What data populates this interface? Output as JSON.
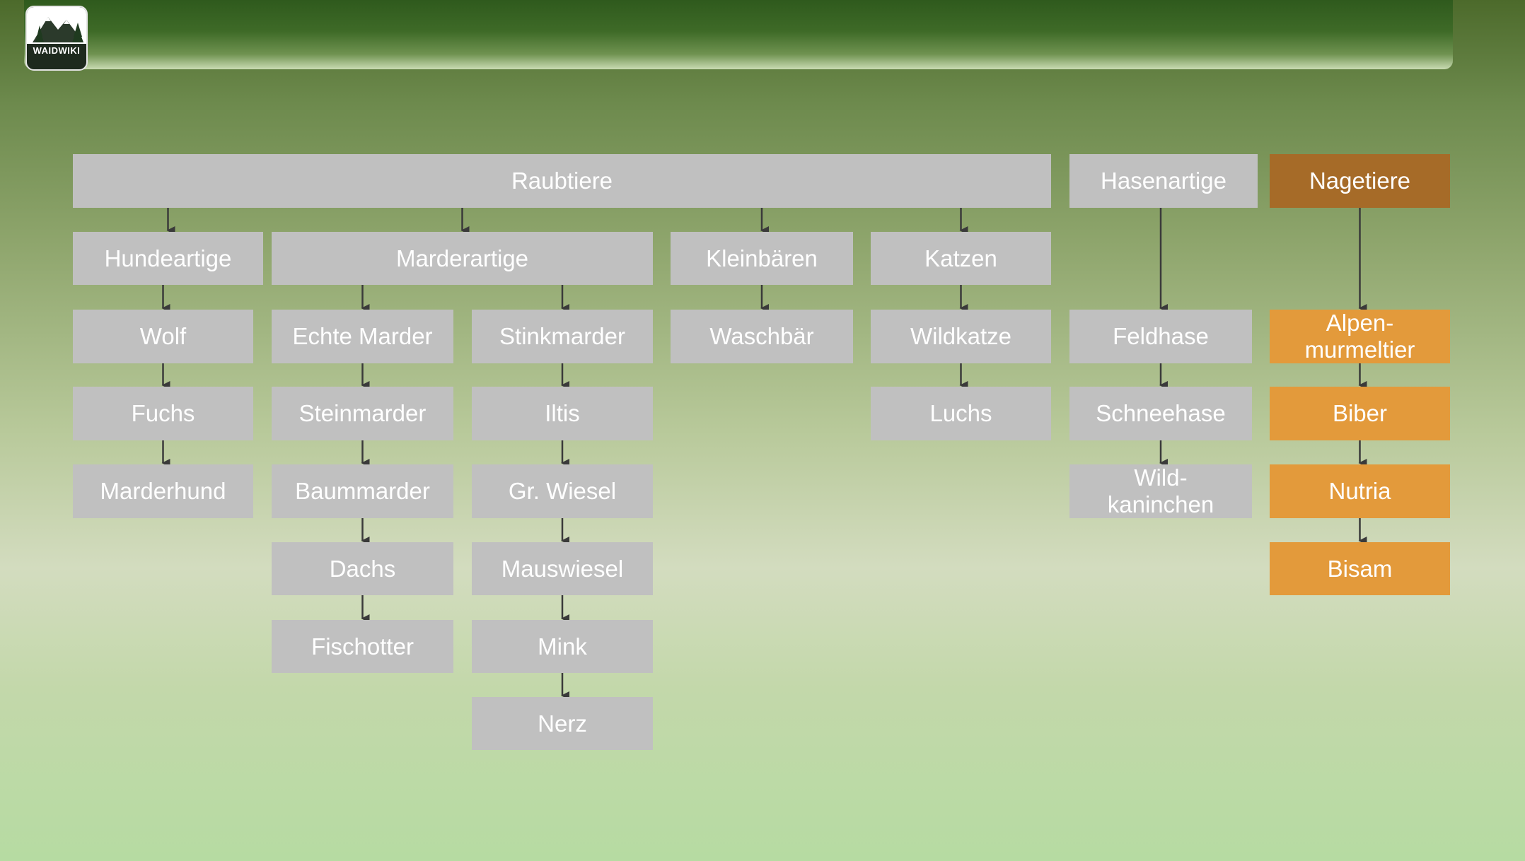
{
  "logo": {
    "text": "WAIDWIKI",
    "icon": "mountain-trees-icon"
  },
  "colors": {
    "box_gray": "#c0c0c0",
    "box_brown": "#a66b28",
    "box_orange": "#e39a3b",
    "text": "#ffffff",
    "arrow": "#3a3a3a"
  },
  "nodes": {
    "raubtiere": "Raubtiere",
    "hasenartige": "Hasenartige",
    "nagetiere": "Nagetiere",
    "hundeartige": "Hundeartige",
    "marderartige": "Marderartige",
    "kleinbaeren": "Kleinbären",
    "katzen": "Katzen",
    "wolf": "Wolf",
    "fuchs": "Fuchs",
    "marderhund": "Marderhund",
    "echte_marder": "Echte Marder",
    "steinmarder": "Steinmarder",
    "baummarder": "Baummarder",
    "dachs": "Dachs",
    "fischotter": "Fischotter",
    "stinkmarder": "Stinkmarder",
    "iltis": "Iltis",
    "gr_wiesel": "Gr. Wiesel",
    "mauswiesel": "Mauswiesel",
    "mink": "Mink",
    "nerz": "Nerz",
    "waschbaer": "Waschbär",
    "wildkatze": "Wildkatze",
    "luchs": "Luchs",
    "feldhase": "Feldhase",
    "schneehase": "Schneehase",
    "wildkaninchen": "Wild-\nkaninchen",
    "alpenmurmeltier": "Alpen-\nmurmeltier",
    "biber": "Biber",
    "nutria": "Nutria",
    "bisam": "Bisam"
  },
  "edges": [
    [
      "raubtiere",
      "hundeartige"
    ],
    [
      "raubtiere",
      "marderartige"
    ],
    [
      "raubtiere",
      "kleinbaeren"
    ],
    [
      "raubtiere",
      "katzen"
    ],
    [
      "hundeartige",
      "wolf"
    ],
    [
      "wolf",
      "fuchs"
    ],
    [
      "fuchs",
      "marderhund"
    ],
    [
      "marderartige",
      "echte_marder"
    ],
    [
      "marderartige",
      "stinkmarder"
    ],
    [
      "echte_marder",
      "steinmarder"
    ],
    [
      "steinmarder",
      "baummarder"
    ],
    [
      "baummarder",
      "dachs"
    ],
    [
      "dachs",
      "fischotter"
    ],
    [
      "stinkmarder",
      "iltis"
    ],
    [
      "iltis",
      "gr_wiesel"
    ],
    [
      "gr_wiesel",
      "mauswiesel"
    ],
    [
      "mauswiesel",
      "mink"
    ],
    [
      "mink",
      "nerz"
    ],
    [
      "kleinbaeren",
      "waschbaer"
    ],
    [
      "katzen",
      "wildkatze"
    ],
    [
      "wildkatze",
      "luchs"
    ],
    [
      "hasenartige",
      "feldhase"
    ],
    [
      "feldhase",
      "schneehase"
    ],
    [
      "schneehase",
      "wildkaninchen"
    ],
    [
      "nagetiere",
      "alpenmurmeltier"
    ],
    [
      "alpenmurmeltier",
      "biber"
    ],
    [
      "biber",
      "nutria"
    ],
    [
      "nutria",
      "bisam"
    ]
  ]
}
